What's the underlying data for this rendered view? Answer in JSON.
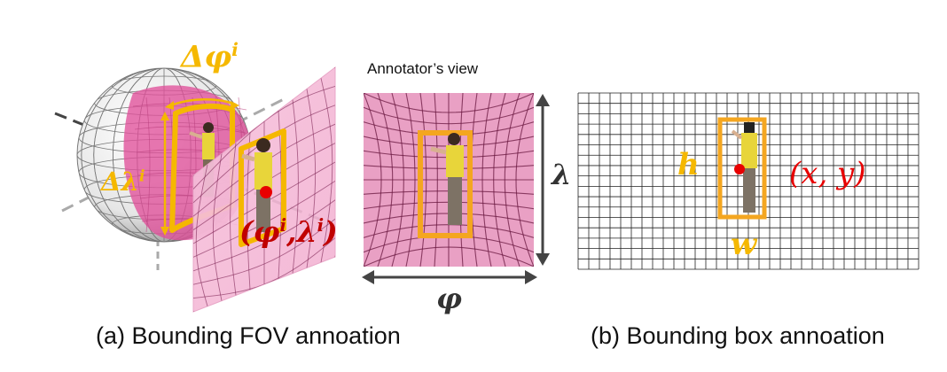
{
  "panel_a": {
    "caption": "(a) Bounding FOV annoation",
    "delta_phi": {
      "base": "Δφ",
      "sup": "i"
    },
    "delta_lambda": {
      "base": "Δλ",
      "sup": "i"
    },
    "center": {
      "open": "(",
      "phi": "φ",
      "phi_sup": "i",
      "sep": ",",
      "lambda": "λ",
      "lambda_sup": "i",
      "close": ")"
    }
  },
  "annotator_view": {
    "title": "Annotator’s view",
    "lambda_label": "λ",
    "phi_label": "φ"
  },
  "panel_b": {
    "caption": "(b) Bounding box annoation",
    "h_label": "h",
    "w_label": "w",
    "xy_label": "(x, y)"
  },
  "colors": {
    "yellow": "#f5b800",
    "box_orange": "#f4a620",
    "red": "#e80000",
    "dark_red": "#c00000",
    "pink": "#e89ac0",
    "sphere_pink": "#e0509a",
    "grid": "#222222"
  }
}
